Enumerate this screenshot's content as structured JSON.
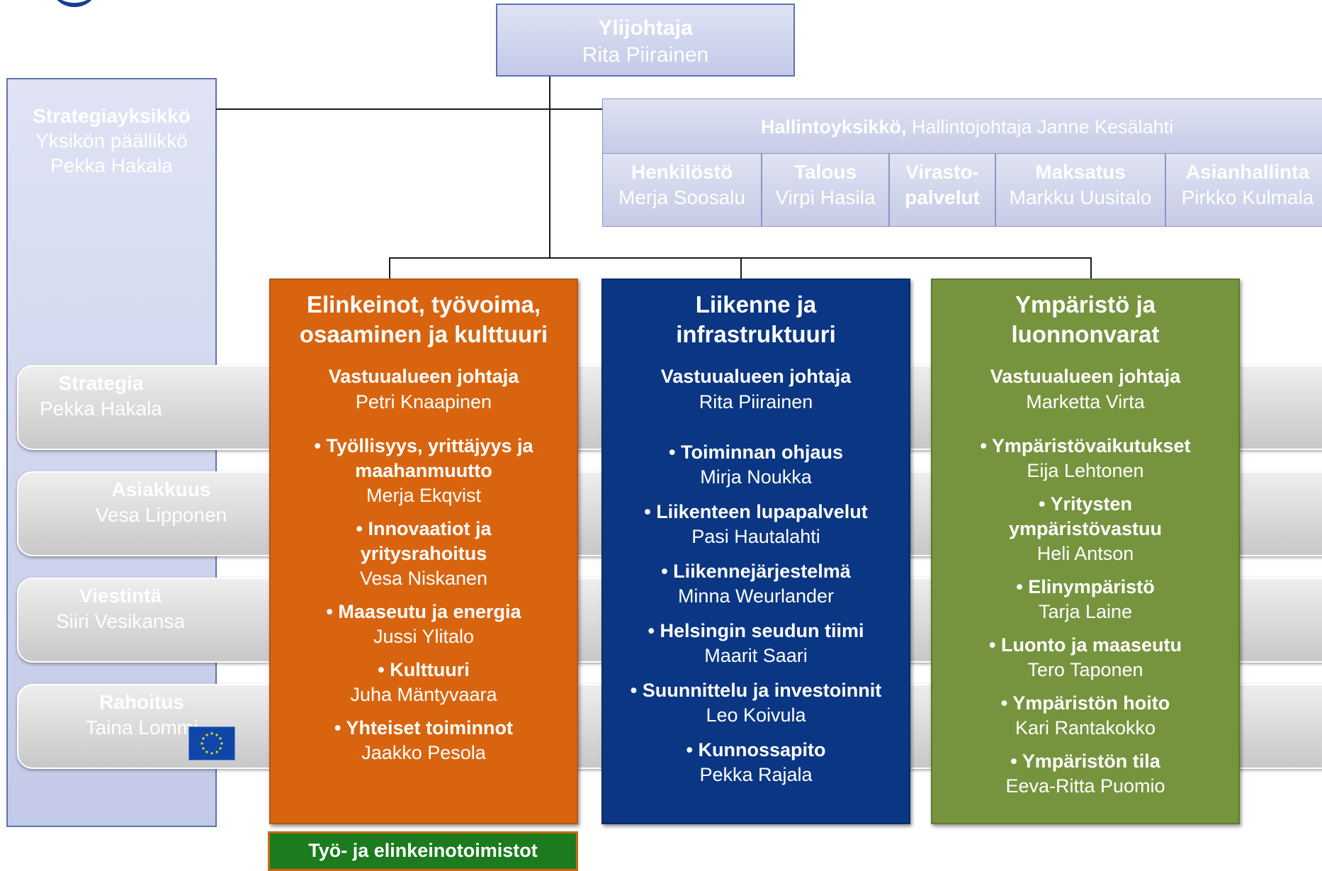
{
  "director": {
    "title": "Ylijohtaja",
    "name": "Rita Piirainen"
  },
  "strategy_unit": {
    "title": "Strategiayksikkö",
    "role": "Yksikön päällikkö",
    "name": "Pekka Hakala"
  },
  "admin_unit": {
    "title": "Hallintoyksikkö,",
    "role_name": "Hallintojohtaja Janne Kesälahti"
  },
  "admin_subunits": [
    {
      "title": "Henkilöstö",
      "name": "Merja Soosalu"
    },
    {
      "title": "Talous",
      "name": "Virpi Hasila"
    },
    {
      "title": "Virasto-",
      "title2": "palvelut",
      "name": ""
    },
    {
      "title": "Maksatus",
      "name": "Markku Uusitalo"
    },
    {
      "title": "Asianhallinta",
      "name": "Pirkko Kulmala"
    }
  ],
  "side_functions": [
    {
      "title": "Strategia",
      "name": "Pekka Hakala"
    },
    {
      "title": "Asiakkuus",
      "name": "Vesa Lipponen"
    },
    {
      "title": "Viestintä",
      "name": "Siiri Vesikansa"
    },
    {
      "title": "Rahoitus",
      "name": "Taina Lommi"
    }
  ],
  "columns": [
    {
      "title_line1": "Elinkeinot, työvoima,",
      "title_line2": "osaaminen ja kulttuuri",
      "head_role": "Vastuualueen johtaja",
      "head_name": "Petri Knaapinen",
      "items": [
        {
          "title": "• Työllisyys, yrittäjyys ja",
          "title2": "maahanmuutto",
          "name": "Merja Ekqvist"
        },
        {
          "title": "• Innovaatiot ja",
          "title2": "yritysrahoitus",
          "name": "Vesa Niskanen"
        },
        {
          "title": "• Maaseutu ja energia",
          "title2": "",
          "name": "Jussi Ylitalo"
        },
        {
          "title": "• Kulttuuri",
          "title2": "",
          "name": "Juha Mäntyvaara"
        },
        {
          "title": "• Yhteiset toiminnot",
          "title2": "",
          "name": "Jaakko Pesola"
        }
      ],
      "color": "#d9640f"
    },
    {
      "title_line1": "Liikenne ja",
      "title_line2": "infrastruktuuri",
      "head_role": "Vastuualueen johtaja",
      "head_name": "Rita Piirainen",
      "items": [
        {
          "title": "• Toiminnan ohjaus",
          "name": "Mirja Noukka"
        },
        {
          "title": "• Liikenteen lupapalvelut",
          "name": "Pasi Hautalahti"
        },
        {
          "title": "• Liikennejärjestelmä",
          "name": "Minna Weurlander"
        },
        {
          "title": "• Helsingin seudun tiimi",
          "name": "Maarit Saari"
        },
        {
          "title": "• Suunnittelu ja investoinnit",
          "name": "Leo Koivula"
        },
        {
          "title": "•  Kunnossapito",
          "name": "Pekka Rajala"
        }
      ],
      "color": "#0a3683"
    },
    {
      "title_line1": "Ympäristö ja",
      "title_line2": "luonnonvarat",
      "head_role": "Vastuualueen johtaja",
      "head_name": "Marketta Virta",
      "items": [
        {
          "title": "• Ympäristövaikutukset",
          "title2": "",
          "name": "Eija Lehtonen"
        },
        {
          "title": "• Yritysten",
          "title2": "ympäristövastuu",
          "name": "Heli Antson"
        },
        {
          "title": "• Elinympäristö",
          "title2": "",
          "name": "Tarja Laine"
        },
        {
          "title": "• Luonto ja maaseutu",
          "title2": "",
          "name": "Tero Taponen"
        },
        {
          "title": "• Ympäristön hoito",
          "title2": "",
          "name": "Kari Rantakokko"
        },
        {
          "title": "• Ympäristön tila",
          "title2": "",
          "name": "Eeva-Ritta Puomio"
        }
      ],
      "color": "#76943e"
    }
  ],
  "offices": {
    "label": "Työ- ja elinkeinotoimistot"
  },
  "colors": {
    "lavender": "#c3c9e8",
    "orange": "#d9640f",
    "navy": "#0a3683",
    "green": "#76943e",
    "office_green": "#1c7b1e"
  }
}
